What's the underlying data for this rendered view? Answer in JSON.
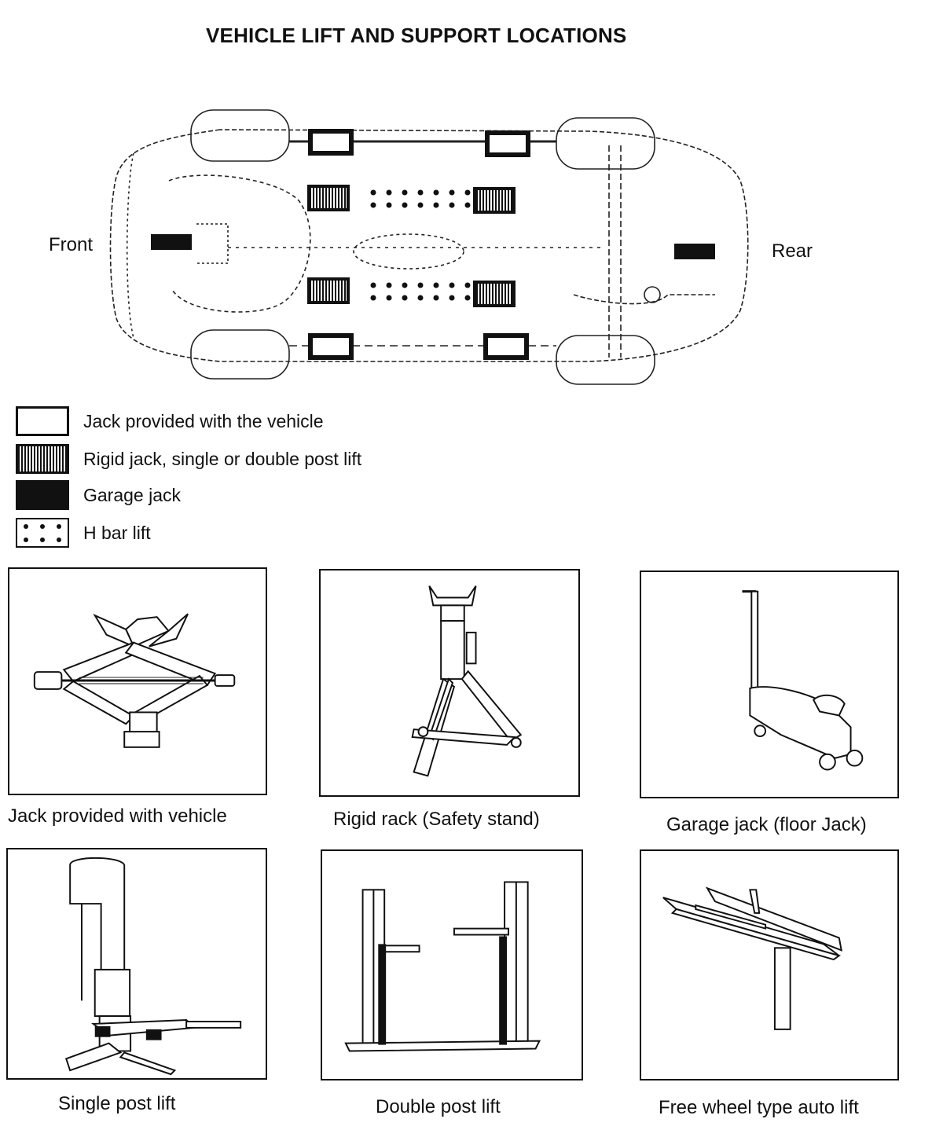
{
  "title": "VEHICLE LIFT AND SUPPORT LOCATIONS",
  "diagram": {
    "front_label": "Front",
    "rear_label": "Rear"
  },
  "legend": [
    {
      "label": "Jack provided with the vehicle",
      "icon": "white-box-icon"
    },
    {
      "label": "Rigid jack, single or double post lift",
      "icon": "hatched-box-icon"
    },
    {
      "label": "Garage jack",
      "icon": "black-box-icon"
    },
    {
      "label": "H bar lift",
      "icon": "dotted-box-icon"
    }
  ],
  "equipment": [
    {
      "caption": "Jack provided with vehicle",
      "icon": "scissor-jack-icon"
    },
    {
      "caption": "Rigid rack (Safety stand)",
      "icon": "safety-stand-icon"
    },
    {
      "caption": "Garage jack (floor Jack)",
      "icon": "floor-jack-icon"
    },
    {
      "caption": "Single post lift",
      "icon": "single-post-lift-icon"
    },
    {
      "caption": "Double post lift",
      "icon": "double-post-lift-icon"
    },
    {
      "caption": "Free wheel type auto lift",
      "icon": "free-wheel-lift-icon"
    }
  ]
}
